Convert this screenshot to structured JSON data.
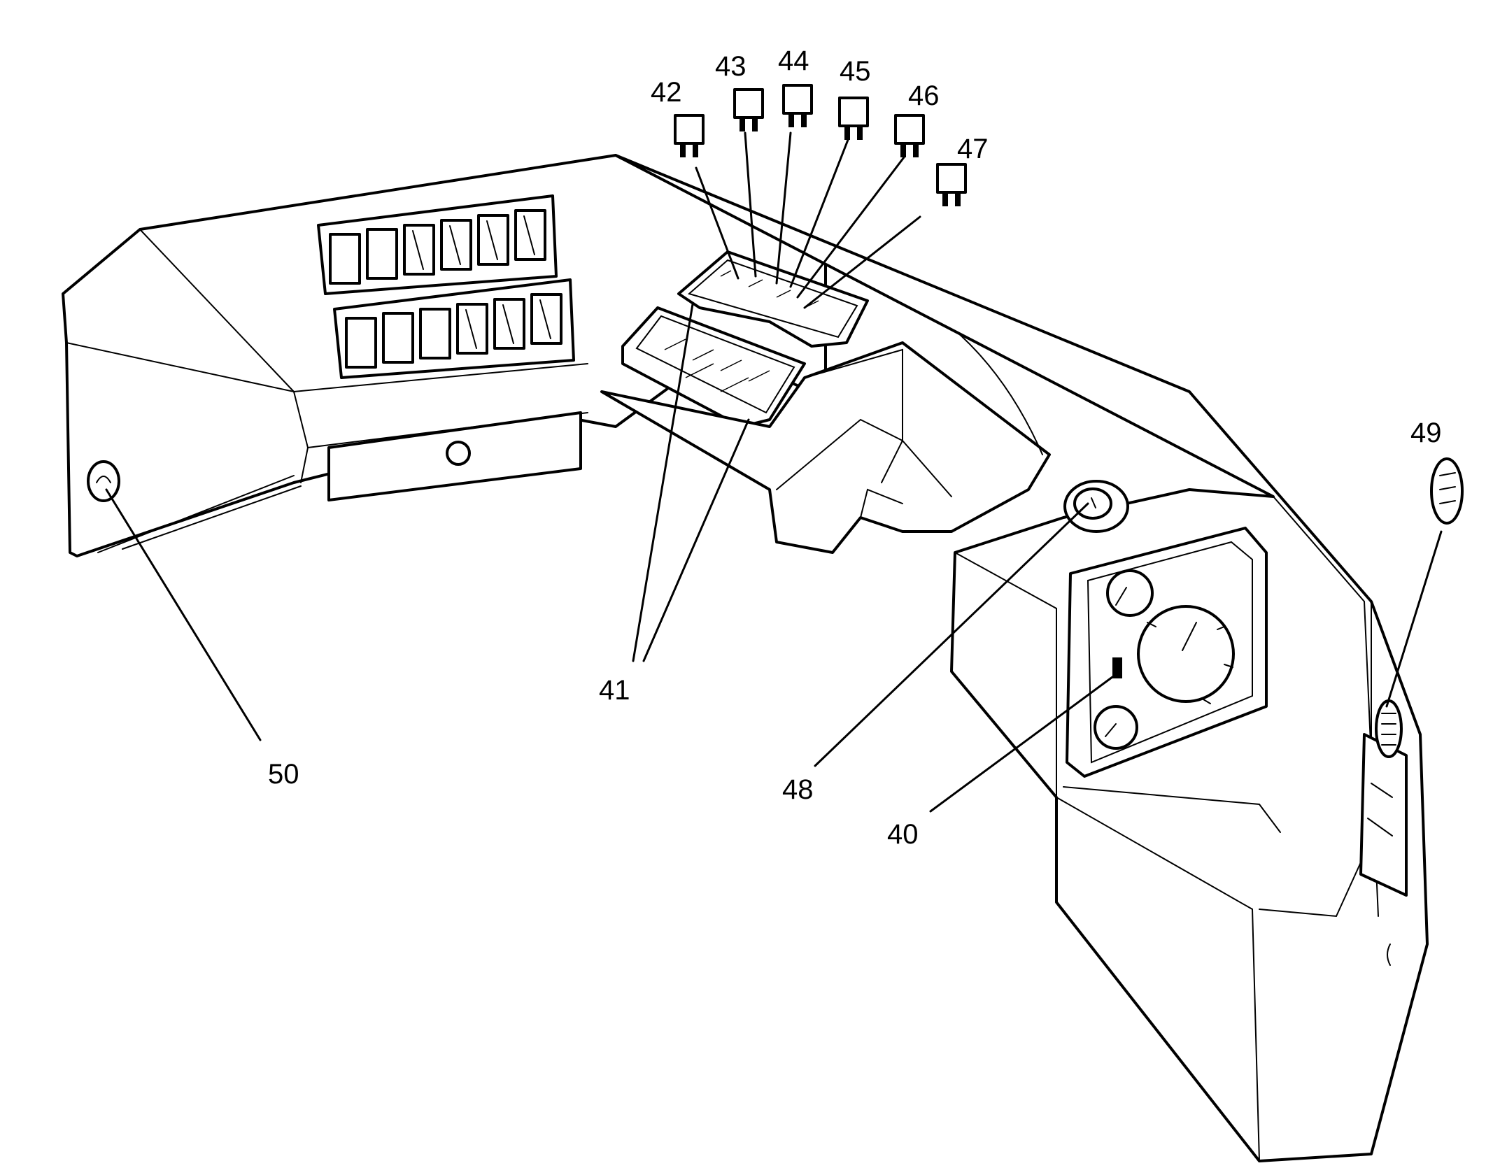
{
  "callouts": [
    {
      "id": "c40",
      "label": "40",
      "part": "instrument-cluster"
    },
    {
      "id": "c41",
      "label": "41",
      "part": "fuse-block-covers"
    },
    {
      "id": "c42",
      "label": "42",
      "part": "fuse"
    },
    {
      "id": "c43",
      "label": "43",
      "part": "fuse"
    },
    {
      "id": "c44",
      "label": "44",
      "part": "fuse"
    },
    {
      "id": "c45",
      "label": "45",
      "part": "fuse"
    },
    {
      "id": "c46",
      "label": "46",
      "part": "fuse"
    },
    {
      "id": "c47",
      "label": "47",
      "part": "fuse"
    },
    {
      "id": "c48",
      "label": "48",
      "part": "ignition-switch"
    },
    {
      "id": "c49",
      "label": "49",
      "part": "side-knob"
    },
    {
      "id": "c50",
      "label": "50",
      "part": "side-receptacle"
    }
  ]
}
